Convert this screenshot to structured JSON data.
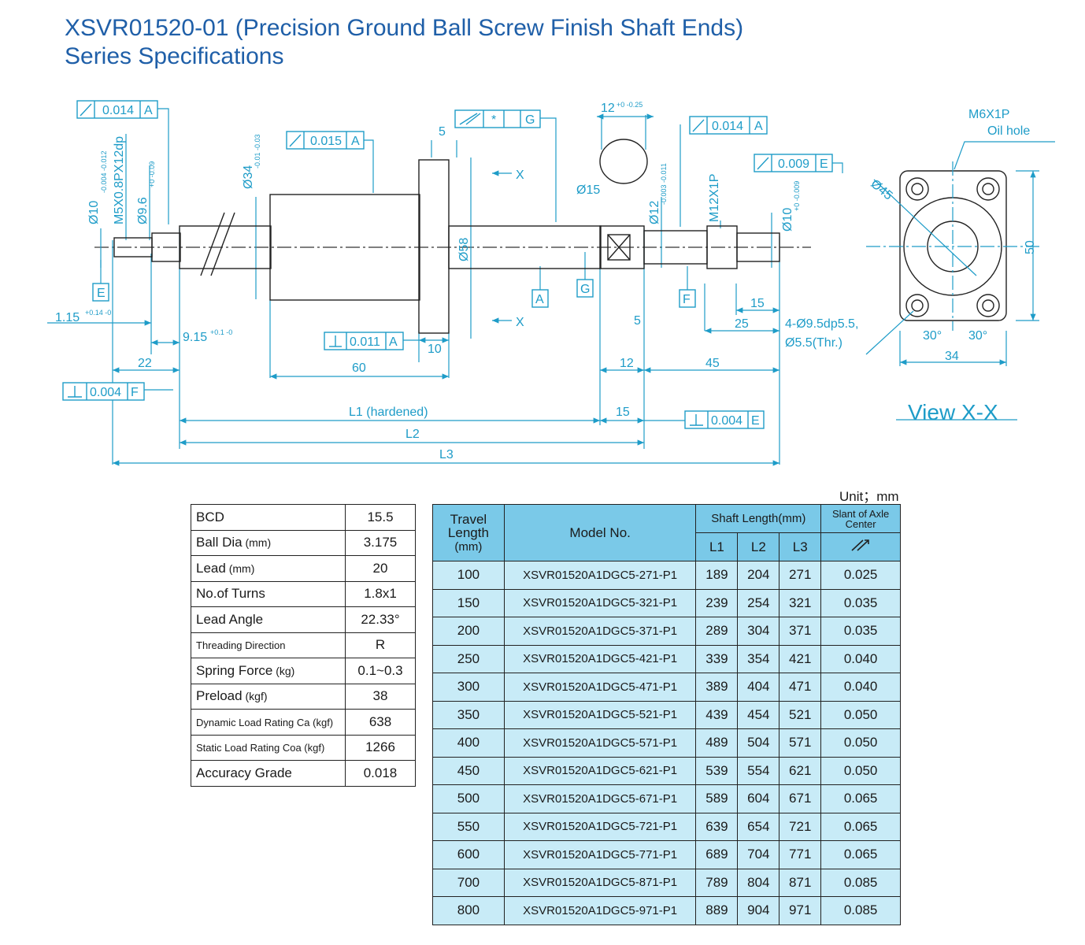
{
  "title": {
    "line1": "XSVR01520-01 (Precision Ground Ball Screw Finish Shaft Ends)",
    "line2": "Series Specifications"
  },
  "drawing": {
    "labels": {
      "tol_0014_a_left": "0.014",
      "datum_a1": "A",
      "tol_0015": "0.015",
      "datum_a2": "A",
      "sym_star": "*",
      "datum_g": "G",
      "tol_0014_a_right": "0.014",
      "datum_a3": "A",
      "tol_0009": "0.009",
      "datum_e": "E",
      "tol_0011": "0.011",
      "datum_a4": "A",
      "tol_0004_f": "0.004",
      "datum_f": "F",
      "tol_0004_e": "0.004",
      "datum_e2": "E",
      "dim_5_top": "5",
      "dim_12_top": "12",
      "dim_12_tol": "+0 -0.25",
      "dia15": "Ø15",
      "dia10_left": "Ø10",
      "dia10_left_tol": "-0.004 -0.012",
      "thread_m5": "M5X0.8PX12dp",
      "dia96": "Ø9.6",
      "dia96_tol": "+0 -0.09",
      "dia34": "Ø34",
      "dia34_tol": "-0.01 -0.03",
      "dia58": "Ø58",
      "dia12": "Ø12",
      "dia12_tol": "-0.003 -0.011",
      "thread_m12": "M12X1P",
      "dia10_right": "Ø10",
      "dia10_right_tol": "+0 -0.009",
      "section_x_top": "X",
      "section_x_bottom": "X",
      "datum_e_box": "E",
      "datum_a_box": "A",
      "datum_g_box": "G",
      "datum_f_box": "F",
      "dim_115": "1.15",
      "dim_115_tol": "+0.14 -0",
      "dim_915": "9.15",
      "dim_915_tol": "+0.1 -0",
      "dim_22": "22",
      "dim_60": "60",
      "dim_10": "10",
      "dim_5_mid": "5",
      "dim_15_right": "15",
      "dim_25": "25",
      "dim_12_bottom": "12",
      "dim_45": "45",
      "holes": "4-Ø9.5dp5.5,",
      "holes2": "Ø5.5(Thr.)",
      "l1": "L1 (hardened)",
      "dim_15_l": "15",
      "l2": "L2",
      "l3": "L3",
      "oil1": "M6X1P",
      "oil2": "Oil hole",
      "dia45": "Ø45",
      "dim_50": "50",
      "ang1": "30°",
      "ang2": "30°",
      "dim_34": "34",
      "view": "View X-X"
    }
  },
  "unit_label": "Unit；mm",
  "spec_table": [
    {
      "key": "BCD",
      "unit": "",
      "value": "15.5",
      "small": false
    },
    {
      "key": "Ball Dia",
      "unit": " (mm)",
      "value": "3.175",
      "small": false
    },
    {
      "key": "Lead",
      "unit": " (mm)",
      "value": "20",
      "small": false
    },
    {
      "key": "No.of Turns",
      "unit": "",
      "value": "1.8x1",
      "small": false
    },
    {
      "key": "Lead Angle",
      "unit": "",
      "value": "22.33°",
      "small": false
    },
    {
      "key": "Threading Direction",
      "unit": "",
      "value": "R",
      "small": true
    },
    {
      "key": "Spring Force",
      "unit": " (kg)",
      "value": "0.1~0.3",
      "small": false
    },
    {
      "key": "Preload",
      "unit": " (kgf)",
      "value": "38",
      "small": false
    },
    {
      "key": "Dynamic Load Rating Ca (kgf)",
      "unit": "",
      "value": "638",
      "small": true
    },
    {
      "key": "Static Load Rating Coa (kgf)",
      "unit": "",
      "value": "1266",
      "small": true
    },
    {
      "key": "Accuracy Grade",
      "unit": "",
      "value": "0.018",
      "small": false
    }
  ],
  "model_table": {
    "headers": {
      "travel": "Travel Length",
      "travel_unit": "(mm)",
      "model": "Model No.",
      "shaft": "Shaft Length(mm)",
      "l1": "L1",
      "l2": "L2",
      "l3": "L3",
      "slant": "Slant of Axle Center"
    },
    "rows": [
      {
        "travel": "100",
        "model": "XSVR01520A1DGC5-271-P1",
        "l1": "189",
        "l2": "204",
        "l3": "271",
        "slant": "0.025"
      },
      {
        "travel": "150",
        "model": "XSVR01520A1DGC5-321-P1",
        "l1": "239",
        "l2": "254",
        "l3": "321",
        "slant": "0.035"
      },
      {
        "travel": "200",
        "model": "XSVR01520A1DGC5-371-P1",
        "l1": "289",
        "l2": "304",
        "l3": "371",
        "slant": "0.035"
      },
      {
        "travel": "250",
        "model": "XSVR01520A1DGC5-421-P1",
        "l1": "339",
        "l2": "354",
        "l3": "421",
        "slant": "0.040"
      },
      {
        "travel": "300",
        "model": "XSVR01520A1DGC5-471-P1",
        "l1": "389",
        "l2": "404",
        "l3": "471",
        "slant": "0.040"
      },
      {
        "travel": "350",
        "model": "XSVR01520A1DGC5-521-P1",
        "l1": "439",
        "l2": "454",
        "l3": "521",
        "slant": "0.050"
      },
      {
        "travel": "400",
        "model": "XSVR01520A1DGC5-571-P1",
        "l1": "489",
        "l2": "504",
        "l3": "571",
        "slant": "0.050"
      },
      {
        "travel": "450",
        "model": "XSVR01520A1DGC5-621-P1",
        "l1": "539",
        "l2": "554",
        "l3": "621",
        "slant": "0.050"
      },
      {
        "travel": "500",
        "model": "XSVR01520A1DGC5-671-P1",
        "l1": "589",
        "l2": "604",
        "l3": "671",
        "slant": "0.065"
      },
      {
        "travel": "550",
        "model": "XSVR01520A1DGC5-721-P1",
        "l1": "639",
        "l2": "654",
        "l3": "721",
        "slant": "0.065"
      },
      {
        "travel": "600",
        "model": "XSVR01520A1DGC5-771-P1",
        "l1": "689",
        "l2": "704",
        "l3": "771",
        "slant": "0.065"
      },
      {
        "travel": "700",
        "model": "XSVR01520A1DGC5-871-P1",
        "l1": "789",
        "l2": "804",
        "l3": "871",
        "slant": "0.085"
      },
      {
        "travel": "800",
        "model": "XSVR01520A1DGC5-971-P1",
        "l1": "889",
        "l2": "904",
        "l3": "971",
        "slant": "0.085"
      }
    ]
  }
}
